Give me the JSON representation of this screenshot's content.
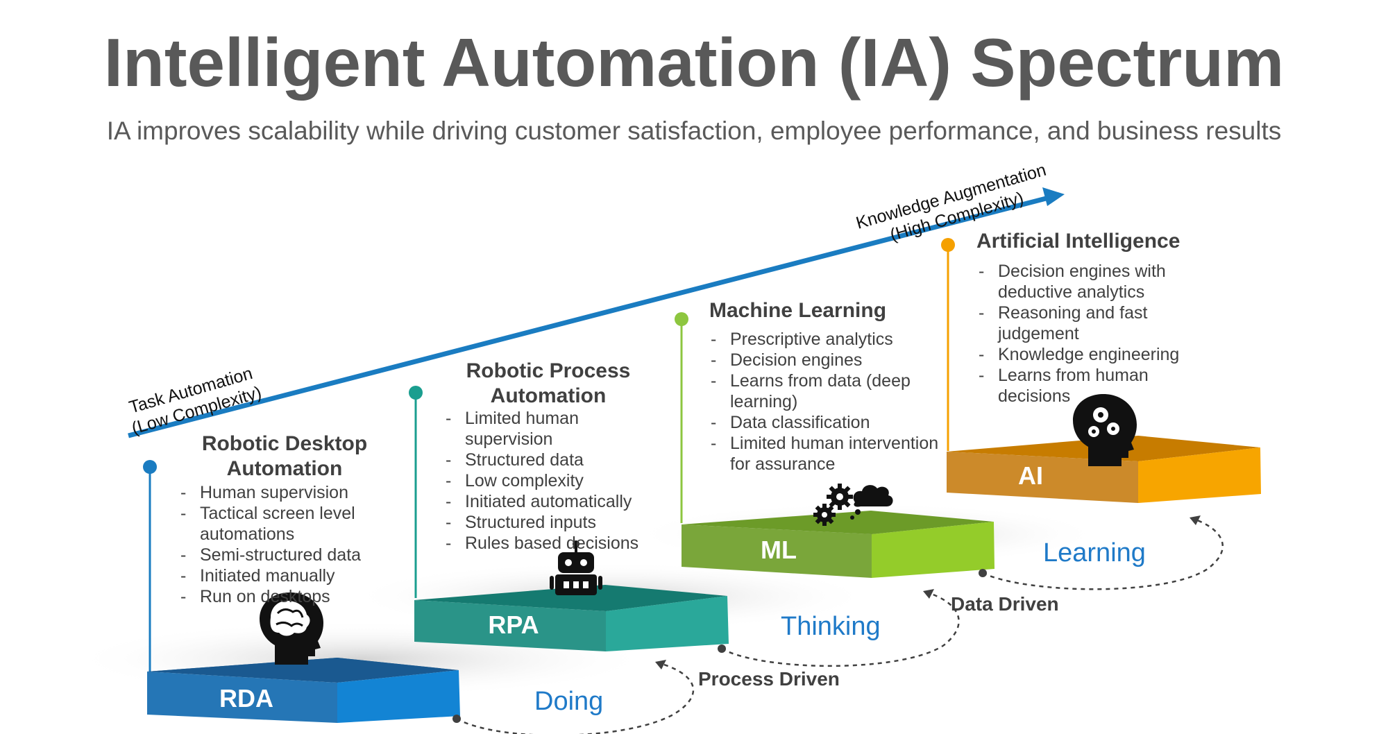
{
  "title": "Intelligent Automation (IA) Spectrum",
  "subtitle": "IA improves scalability while driving customer satisfaction, employee performance, and business results",
  "axis": {
    "start_line1": "Task Automation",
    "start_line2": "(Low Complexity)",
    "end_line1": "Knowledge Augmentation",
    "end_line2": "(High Complexity)",
    "color": "#1a7cc1"
  },
  "stages": [
    {
      "title_line1": "Robotic Desktop",
      "title_line2": "Automation",
      "label": "RDA",
      "icon": "brain-head-icon",
      "color": "#1a7cc1",
      "bullets": [
        "Human supervision",
        "Tactical screen level automations",
        "Semi-structured data",
        "Initiated manually",
        "Run on desktops"
      ]
    },
    {
      "title_line1": "Robotic Process",
      "title_line2": "Automation",
      "label": "RPA",
      "icon": "robot-icon",
      "color": "#1a9e8f",
      "bullets": [
        "Limited human supervision",
        "Structured data",
        "Low complexity",
        "Initiated automatically",
        "Structured inputs",
        "Rules based decisions"
      ]
    },
    {
      "title_line1": "Machine Learning",
      "label": "ML",
      "icon": "gears-cloud-icon",
      "color": "#8dc63f",
      "bullets": [
        "Prescriptive analytics",
        "Decision engines",
        "Learns from data (deep learning)",
        "Data classification",
        "Limited human intervention for assurance"
      ]
    },
    {
      "title_line1": "Artificial Intelligence",
      "label": "AI",
      "icon": "gear-head-icon",
      "color": "#f5a000",
      "bullets": [
        "Decision engines with deductive analytics",
        "Reasoning and fast judgement",
        "Knowledge engineering",
        "Learns from human decisions"
      ]
    }
  ],
  "modes": [
    "Doing",
    "Thinking",
    "Learning"
  ],
  "drivers": [
    "Process Driven",
    "Data Driven"
  ]
}
